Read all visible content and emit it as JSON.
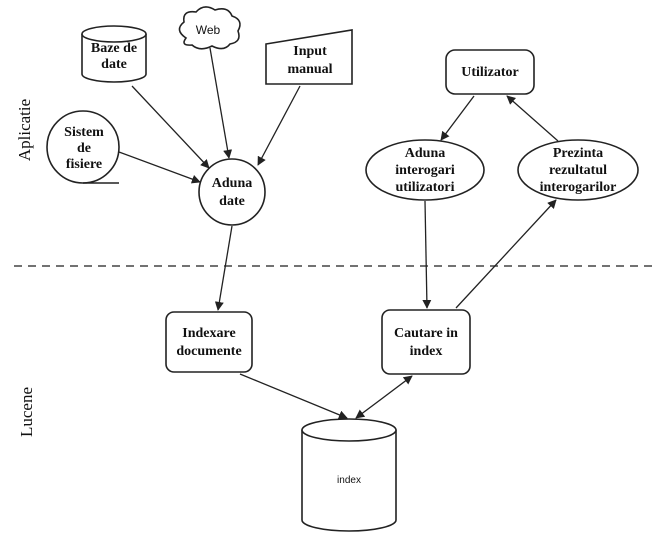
{
  "layers": {
    "top": "Aplicatie",
    "bottom": "Lucene"
  },
  "nodes": {
    "baze_de_date": [
      "Baze de",
      "date"
    ],
    "web": [
      "Web"
    ],
    "input_manual": [
      "Input",
      "manual"
    ],
    "sistem_de_fisiere": [
      "Sistem",
      "de",
      "fisiere"
    ],
    "aduna_date": [
      "Aduna",
      "date"
    ],
    "utilizator": [
      "Utilizator"
    ],
    "aduna_interogari": [
      "Aduna",
      "interogari",
      "utilizatori"
    ],
    "prezinta_rezultatul": [
      "Prezinta",
      "rezultatul",
      "interogarilor"
    ],
    "indexare_documente": [
      "Indexare",
      "documente"
    ],
    "cautare_in_index": [
      "Cautare in",
      "index"
    ],
    "index": [
      "index"
    ]
  }
}
